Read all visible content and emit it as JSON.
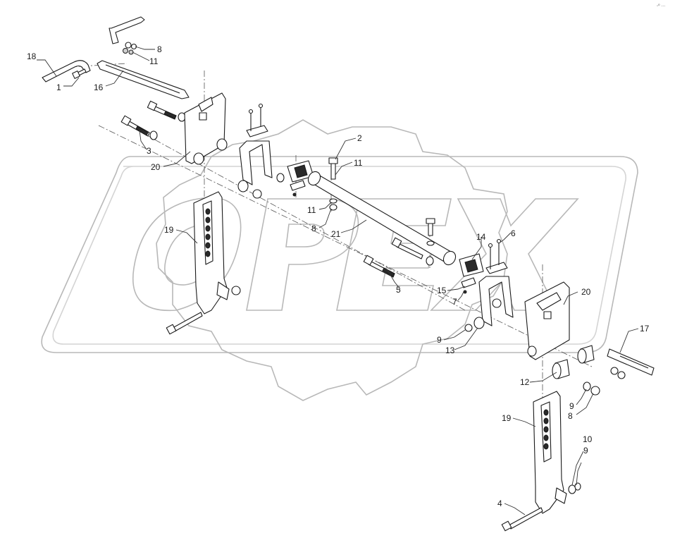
{
  "watermark": {
    "text": "OPEX"
  },
  "corner_note": "◦⁰ ···",
  "callouts": {
    "c18": "18",
    "c1": "1",
    "c16": "16",
    "c8a": "8",
    "c11a": "11",
    "c3": "3",
    "c20a": "20",
    "c2": "2",
    "c11b": "11",
    "c11c": "11",
    "c8b": "8",
    "c21": "21",
    "c19a": "19",
    "c14": "14",
    "c6": "6",
    "c5": "5",
    "c15": "15",
    "c7": "7",
    "c9a": "9",
    "c13": "13",
    "c20b": "20",
    "c17": "17",
    "c12": "12",
    "c9b": "9",
    "c8c": "8",
    "c19b": "19",
    "c10": "10",
    "c9c": "9",
    "c4": "4"
  }
}
